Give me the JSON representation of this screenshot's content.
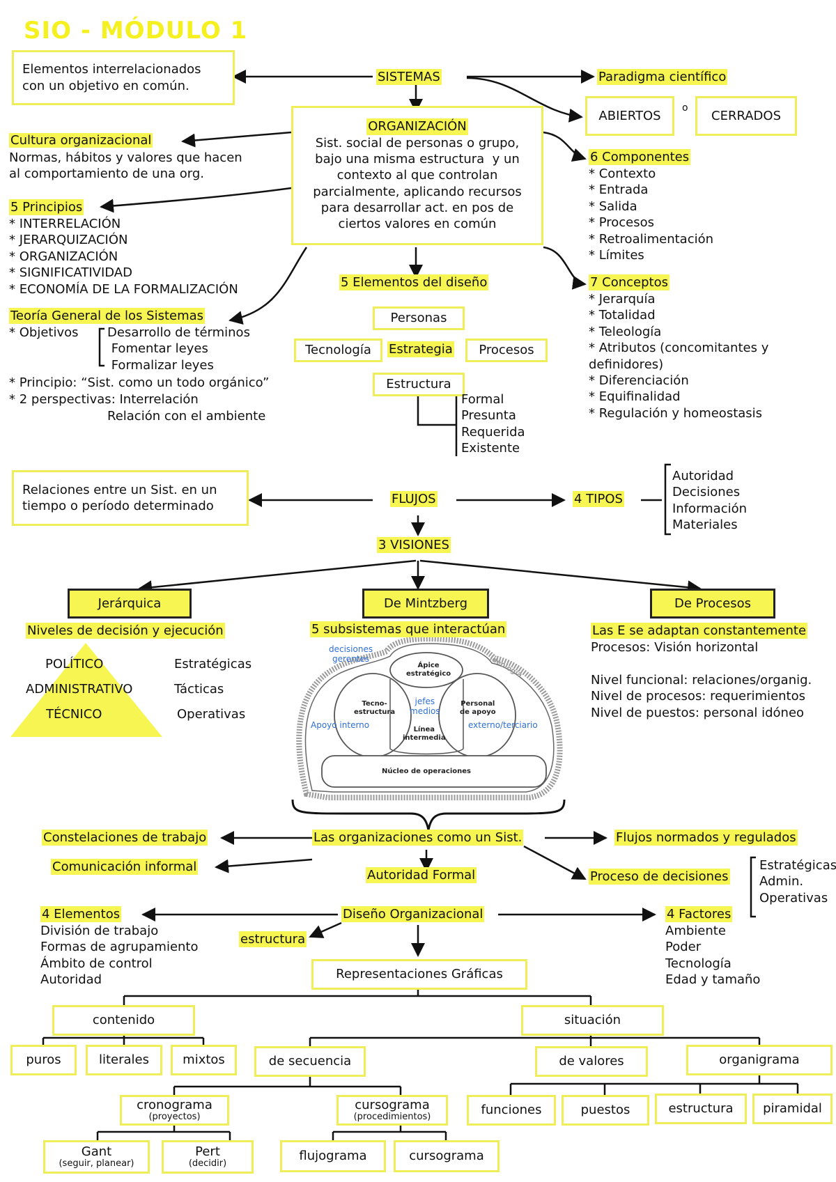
{
  "title": "SIO - MÓDULO 1",
  "sistemas": {
    "label": "SISTEMAS",
    "definition": "Elementos interrelacionados\ncon un objetivo en común.",
    "paradigma": "Paradigma científico",
    "abiertos": "ABIERTOS",
    "o": "o",
    "cerrados": "CERRADOS"
  },
  "organizacion": {
    "title": "ORGANIZACIÓN",
    "text": "Sist. social de personas o grupo,\nbajo una misma estructura  y un\ncontexto al que controlan\nparcialmente, aplicando recursos\npara desarrollar act. en pos de\nciertos valores en común"
  },
  "cultura": {
    "title": "Cultura organizacional",
    "text": "Normas, hábitos y valores que hacen\nal comportamiento de una org."
  },
  "principios": {
    "title": "5 Principios",
    "items": "* INTERRELACIÓN\n* JERARQUIZACIÓN\n* ORGANIZACIÓN\n* SIGNIFICATIVIDAD\n* ECONOMÍA DE LA FORMALIZACIÓN"
  },
  "tgs": {
    "title": "Teoría General de los Sistemas",
    "objetivos": "* Objetivos",
    "objetivos_items": "Desarrollo de términos\n Fomentar leyes\n Formalizar leyes",
    "principio": "* Principio: “Sist. como un todo orgánico”",
    "perspectivas": "* 2 perspectivas: Interrelación",
    "perspectiva2": "Relación con el ambiente"
  },
  "componentes": {
    "title": "6 Componentes",
    "items": "* Contexto\n* Entrada\n* Salida\n* Procesos\n* Retroalimentación\n* Límites"
  },
  "conceptos": {
    "title": "7 Conceptos",
    "items": "* Jerarquía\n* Totalidad\n* Teleología\n* Atributos (concomitantes y\ndefinidores)\n* Diferenciación\n* Equifinalidad\n* Regulación y homeostasis"
  },
  "diseno": {
    "title": "5 Elementos del diseño",
    "personas": "Personas",
    "tecnologia": "Tecnología",
    "estrategia": "Estrategia",
    "procesos": "Procesos",
    "estructura": "Estructura",
    "estructura_items": "Formal\nPresunta\nRequerida\nExistente"
  },
  "flujos": {
    "label": "FLUJOS",
    "definition": "Relaciones entre un Sist. en un\ntiempo o período determinado",
    "tipos": "4 TIPOS",
    "tipos_items": "Autoridad\nDecisiones\nInformación\nMateriales"
  },
  "visiones": {
    "title": "3 VISIONES",
    "jerarquica": "Jerárquica",
    "jerarquica_sub": "Niveles de decisión y ejecución",
    "niveles": [
      "POLÍTICO",
      "ADMINISTRATIVO",
      "TÉCNICO"
    ],
    "tipos": [
      "Estratégicas",
      "Tácticas",
      "Operativas"
    ],
    "mintzberg": "De Mintzberg",
    "mintzberg_sub": "5 subsistemas que interactúan",
    "procesos": "De Procesos",
    "procesos_sub": "Las E se adaptan constantemente",
    "procesos_lines": "Procesos: Visión horizontal\n\nNivel funcional: relaciones/organig.\nNivel de procesos: requerimientos\nNivel de puestos: personal idóneo"
  },
  "mintzberg_diagram": {
    "apice": "Ápice\nestratégico",
    "tecno": "Tecno-\nestructura",
    "apoyo": "Personal\nde apoyo",
    "linea": "Línea\nintermedia",
    "nucleo": "Núcleo de operaciones",
    "ideologia": "ideología",
    "notes": {
      "decisiones": "decisiones\ngerentes",
      "jefes": "jefes\nmedios",
      "apoyo_interno": "Apoyo interno",
      "externo": "externo/terciario"
    }
  },
  "org_sistema": {
    "title": "Las organizaciones como un Sist.",
    "constelaciones": "Constelaciones de trabajo",
    "comunicacion": "Comunicación informal",
    "autoridad": "Autoridad Formal",
    "flujos_normados": "Flujos normados y regulados",
    "decisiones": "Proceso de decisiones",
    "decisiones_items": "Estratégicas\nAdmin.\nOperativas"
  },
  "diseno_org": {
    "title": "Diseño Organizacional",
    "elementos": "4 Elementos",
    "elementos_items": "División de trabajo\nFormas de agrupamiento\nÁmbito de control\nAutoridad",
    "estructura": "estructura",
    "factores": "4 Factores",
    "factores_items": "Ambiente\nPoder\nTecnología\nEdad y tamaño"
  },
  "representaciones": {
    "title": "Representaciones Gráficas",
    "contenido": "contenido",
    "situacion": "situación",
    "puros": "puros",
    "literales": "literales",
    "mixtos": "mixtos",
    "secuencia": "de secuencia",
    "valores": "de valores",
    "organigrama": "organigrama",
    "cronograma": "cronograma",
    "cronograma_sub": "(proyectos)",
    "cursograma": "cursograma",
    "cursograma_sub": "(procedimientos)",
    "gant": "Gant",
    "gant_sub": "(seguir, planear)",
    "pert": "Pert",
    "pert_sub": "(decidir)",
    "flujograma": "flujograma",
    "cursograma2": "cursograma",
    "funciones": "funciones",
    "puestos": "puestos",
    "estructura": "estructura",
    "piramidal": "piramidal"
  },
  "colors": {
    "highlight": "#f6f552",
    "border": "#f0ee58",
    "title": "#f5f020",
    "blue_notes": "#2e6fd8"
  }
}
